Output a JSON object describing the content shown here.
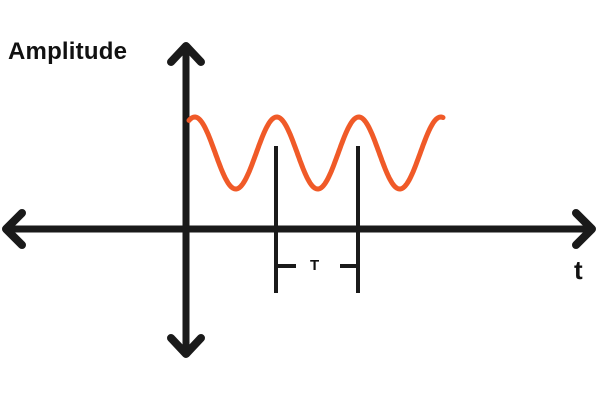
{
  "labels": {
    "y_axis": "Amplitude",
    "x_axis": "t",
    "period": "T"
  },
  "icons": {
    "axis_arrows": [
      "arrow-left-icon",
      "arrow-right-icon",
      "arrow-up-icon",
      "arrow-down-icon"
    ]
  },
  "colors": {
    "axis": "#1a1a1a",
    "wave": "#f05a28"
  },
  "wave": {
    "cycles_shown": 3,
    "type": "sine"
  }
}
